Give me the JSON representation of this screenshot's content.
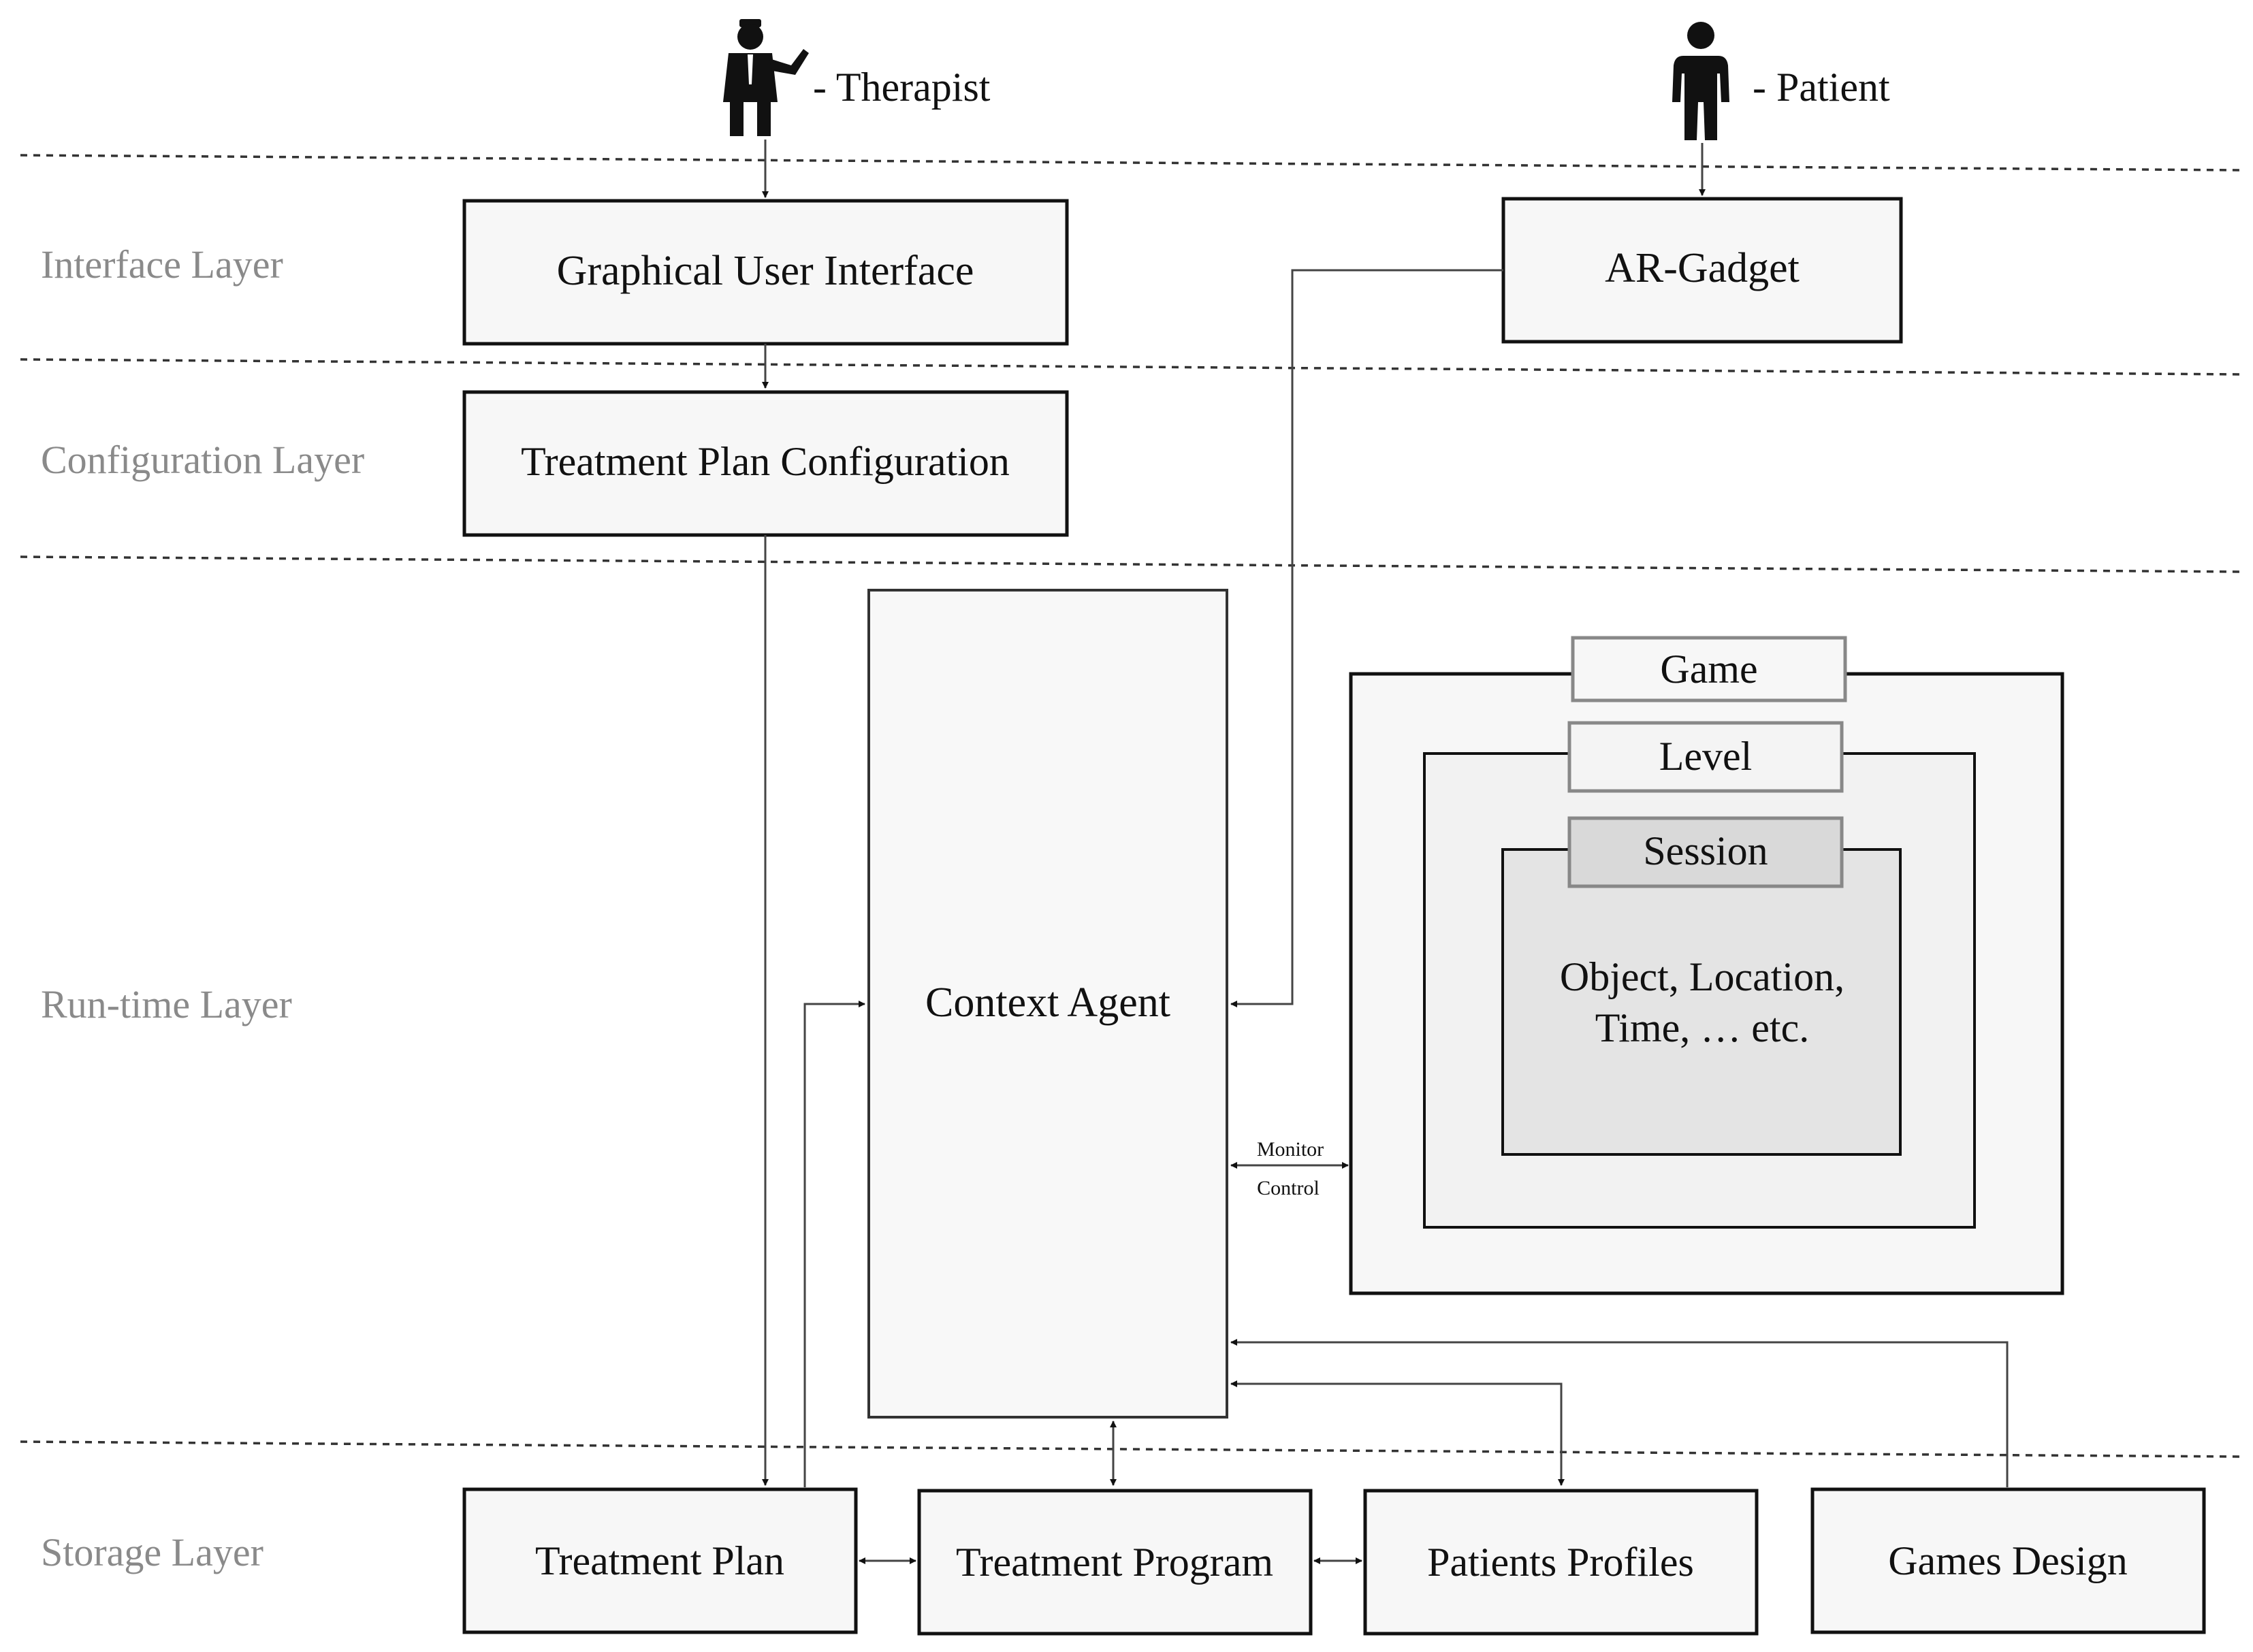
{
  "actors": {
    "therapist": {
      "label": "- Therapist",
      "icon": "therapist-icon"
    },
    "patient": {
      "label": "- Patient",
      "icon": "patient-icon"
    }
  },
  "layers": {
    "interface": "Interface Layer",
    "configuration": "Configuration Layer",
    "runtime": "Run-time Layer",
    "storage": "Storage Layer"
  },
  "components": {
    "gui": "Graphical User Interface",
    "ar_gadget": "AR-Gadget",
    "treatment_plan_config": "Treatment Plan Configuration",
    "context_agent": "Context Agent",
    "game": "Game",
    "level": "Level",
    "session": "Session",
    "session_content_line1": "Object, Location,",
    "session_content_line2": "Time, … etc.",
    "treatment_plan": "Treatment Plan",
    "treatment_program": "Treatment Program",
    "patients_profiles": "Patients Profiles",
    "games_design": "Games Design"
  },
  "connector_labels": {
    "monitor": "Monitor",
    "control": "Control"
  },
  "colors": {
    "box_fill": "#f7f7f7",
    "game_fill": "#f7f7f7",
    "level_fill": "#f2f2f2",
    "session_fill": "#e4e4e4",
    "session_tab_fill": "#d9d9d9",
    "layer_label": "#8a8a8a"
  }
}
